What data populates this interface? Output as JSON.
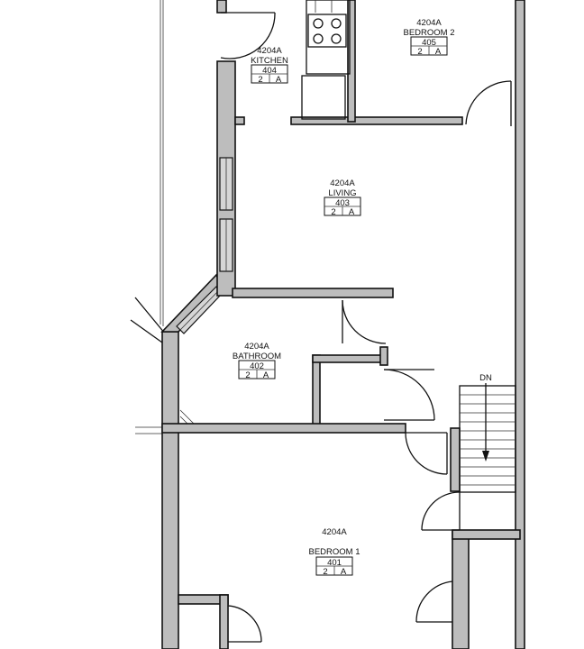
{
  "rooms": [
    {
      "id": "kitchen",
      "label": "4204A",
      "name": "KITCHEN",
      "number": "404",
      "floor": "2",
      "type": "A"
    },
    {
      "id": "bedroom2",
      "label": "4204A",
      "name": "BEDROOM 2",
      "number": "405",
      "floor": "2",
      "type": "A"
    },
    {
      "id": "living",
      "label": "4204A",
      "name": "LIVING",
      "number": "403",
      "floor": "2",
      "type": "A"
    },
    {
      "id": "bathroom",
      "label": "4204A",
      "name": "BATHROOM",
      "number": "402",
      "floor": "2",
      "type": "A"
    },
    {
      "id": "bedroom1",
      "label": "4204A",
      "name": "BEDROOM 1",
      "number": "401",
      "floor": "2",
      "type": "A"
    }
  ],
  "stair": {
    "label": "DN"
  }
}
